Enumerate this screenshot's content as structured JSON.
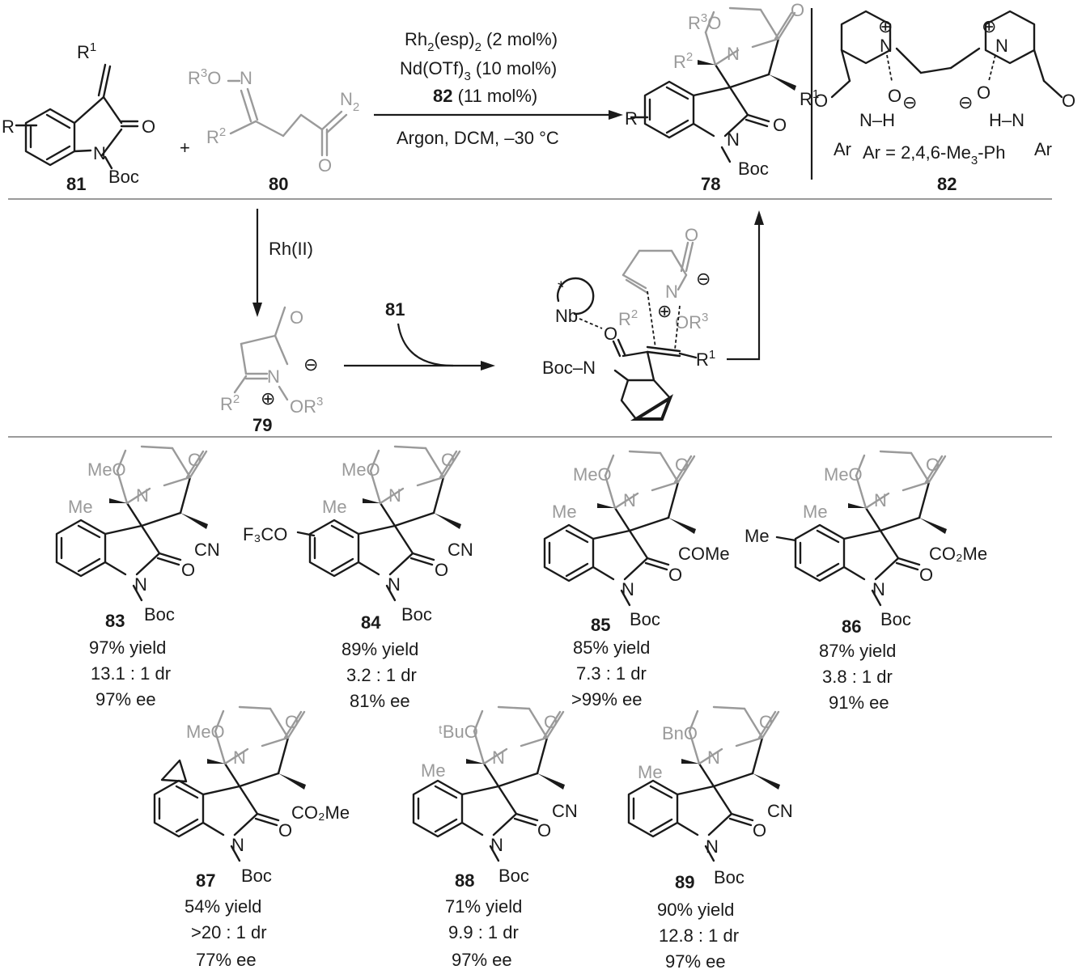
{
  "reaction": {
    "substrate_81": {
      "label": "81",
      "r_sub": "R",
      "r1": "R",
      "r1_sup": "1",
      "o": "O",
      "n": "N",
      "boc": "Boc"
    },
    "plus": "+",
    "substrate_80": {
      "label": "80",
      "r3o": "R",
      "r3_sup": "3",
      "o_link": "O",
      "n": "N",
      "r2": "R",
      "r2_sup": "2",
      "n2": "N",
      "n2_sub": "2",
      "o": "O"
    },
    "conditions": {
      "line1_a": "Rh",
      "line1_sub": "2",
      "line1_b": "(esp)",
      "line1_sub2": "2",
      "line1_c": " (2 mol%)",
      "line2_a": "Nd(OTf)",
      "line2_sub": "3",
      "line2_b": " (10 mol%)",
      "line3_bold": "82",
      "line3_rest": " (11 mol%)",
      "line4": "Argon, DCM, –30 °C"
    },
    "product_78": {
      "label": "78",
      "r": "R",
      "r3": "R",
      "r3_sup": "3",
      "o_link": "O",
      "n": "N",
      "o": "O",
      "r2": "R",
      "r2_sup": "2",
      "r1": "R",
      "r1_sup": "1",
      "o2": "O",
      "n2": "N",
      "boc": "Boc"
    },
    "ligand_82": {
      "label": "82",
      "plus": "⊕",
      "n": "N",
      "o": "O",
      "minus": "⊖",
      "nh": "N–H",
      "hn": "H–N",
      "ar": "Ar",
      "ar_def_a": "Ar = 2,4,6-Me",
      "ar_def_sub": "3",
      "ar_def_b": "-Ph"
    }
  },
  "mechanism": {
    "step1_label": "Rh(II)",
    "intermediate_79": {
      "label": "79",
      "o": "O",
      "n": "N",
      "r2": "R",
      "r2_sup": "2",
      "or3": "OR",
      "r3_sup": "3",
      "minus": "⊖",
      "plus": "⊕"
    },
    "reagent_81": "81",
    "ts": {
      "nb": "Nb",
      "star": "*",
      "o": "O",
      "boc_n": "Boc–N",
      "r1": "R",
      "r1_sup": "1",
      "n": "N",
      "r2": "R",
      "r2_sup": "2",
      "or3": "OR",
      "r3_sup": "3",
      "o_top": "O",
      "minus": "⊖",
      "plus": "⊕"
    }
  },
  "examples": [
    {
      "id": "83",
      "alkoxy": "MeO",
      "subst": "Me",
      "ewg": "CN",
      "aryl": "",
      "yield": "97% yield",
      "dr": "13.1 : 1 dr",
      "ee": "97% ee"
    },
    {
      "id": "84",
      "alkoxy": "MeO",
      "subst": "Me",
      "ewg": "CN",
      "aryl": "F₃CO",
      "yield": "89% yield",
      "dr": "3.2 : 1 dr",
      "ee": "81% ee"
    },
    {
      "id": "85",
      "alkoxy": "MeO",
      "subst": "Me",
      "ewg": "COMe",
      "aryl": "",
      "yield": "85% yield",
      "dr": "7.3 : 1 dr",
      "ee": ">99% ee"
    },
    {
      "id": "86",
      "alkoxy": "MeO",
      "subst": "Me",
      "ewg": "CO₂Me",
      "aryl": "Me",
      "yield": "87% yield",
      "dr": "3.8 : 1 dr",
      "ee": "91% ee"
    },
    {
      "id": "87",
      "alkoxy": "MeO",
      "subst": "",
      "ewg": "CO₂Me",
      "aryl": "",
      "yield": "54% yield",
      "dr": ">20 : 1 dr",
      "ee": "77% ee"
    },
    {
      "id": "88",
      "alkoxy": "ᵗBuO",
      "subst": "Me",
      "ewg": "CN",
      "aryl": "",
      "yield": "71% yield",
      "dr": "9.9 : 1 dr",
      "ee": "97% ee"
    },
    {
      "id": "89",
      "alkoxy": "BnO",
      "subst": "Me",
      "ewg": "CN",
      "aryl": "",
      "yield": "90% yield",
      "dr": "12.8 : 1 dr",
      "ee": "97% ee"
    }
  ],
  "common": {
    "o": "O",
    "n": "N",
    "boc": "Boc"
  },
  "colors": {
    "ink": "#1a1a1a",
    "grey": "#9a9a9a"
  }
}
